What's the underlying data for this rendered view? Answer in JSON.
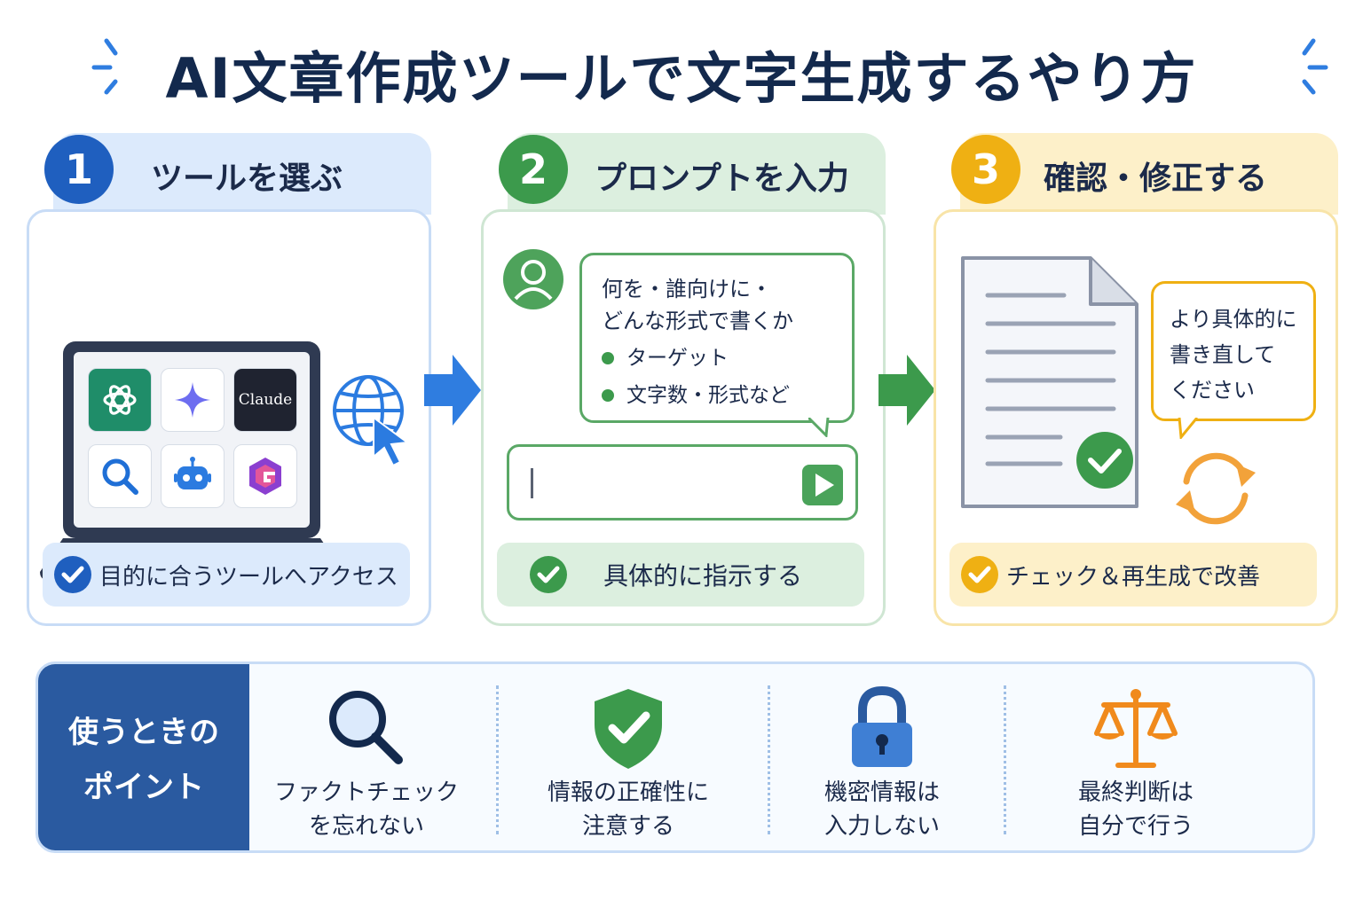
{
  "title": "AI文章作成ツールで文字生成するやり方",
  "colors": {
    "blue": "#1f5fbf",
    "green": "#3c9a4c",
    "yellow": "#efb013",
    "navy": "#2a5aa0"
  },
  "steps": [
    {
      "number": "1",
      "title": "ツールを選ぶ",
      "apps": [
        {
          "icon": "chatgpt-logo-icon"
        },
        {
          "icon": "sparkle-star-icon"
        },
        {
          "icon": "claude-logo",
          "label": "Claude"
        },
        {
          "icon": "search-icon"
        },
        {
          "icon": "robot-icon"
        },
        {
          "icon": "hexagon-logo-icon"
        }
      ],
      "footer": "目的に合うツールへアクセス"
    },
    {
      "number": "2",
      "title": "プロンプトを入力",
      "bubble": {
        "line1": "何を・誰向けに・",
        "line2": "どんな形式で書くか",
        "bullets": [
          "ターゲット",
          "文字数・形式など"
        ]
      },
      "footer": "具体的に指示する"
    },
    {
      "number": "3",
      "title": "確認・修正する",
      "bubble": {
        "line1": "より具体的に",
        "line2": "書き直して",
        "line3": "ください"
      },
      "footer": "チェック＆再生成で改善"
    }
  ],
  "points": {
    "lead_line1": "使うときの",
    "lead_line2": "ポイント",
    "items": [
      {
        "icon": "magnifier-icon",
        "line1": "ファクトチェック",
        "line2": "を忘れない"
      },
      {
        "icon": "shield-check-icon",
        "line1": "情報の正確性に",
        "line2": "注意する"
      },
      {
        "icon": "padlock-icon",
        "line1": "機密情報は",
        "line2": "入力しない"
      },
      {
        "icon": "scales-icon",
        "line1": "最終判断は",
        "line2": "自分で行う"
      }
    ]
  }
}
